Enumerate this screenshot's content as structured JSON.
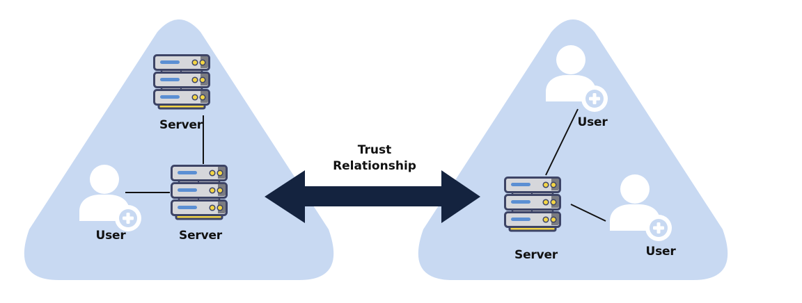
{
  "diagram": {
    "title_line1": "Trust",
    "title_line2": "Relationship",
    "colors": {
      "domain_fill": "#c8d9f2",
      "arrow": "#14233f",
      "connector": "#111111",
      "user": "#ffffff",
      "server_outline": "#3d4466",
      "server_body": "#d6d7db",
      "server_end": "#7b7c82",
      "server_bar": "#5b8fd3",
      "server_led": "#f3d545",
      "server_base": "#f3d545"
    },
    "domains": [
      {
        "name": "left-domain",
        "nodes": [
          {
            "id": "server-top",
            "type": "server",
            "label": "Server"
          },
          {
            "id": "server-main",
            "type": "server",
            "label": "Server"
          },
          {
            "id": "user-1",
            "type": "user",
            "label": "User"
          }
        ],
        "connections": [
          [
            "server-top",
            "server-main"
          ],
          [
            "user-1",
            "server-main"
          ]
        ]
      },
      {
        "name": "right-domain",
        "nodes": [
          {
            "id": "server-main",
            "type": "server",
            "label": "Server"
          },
          {
            "id": "user-top",
            "type": "user",
            "label": "User"
          },
          {
            "id": "user-bottom",
            "type": "user",
            "label": "User"
          }
        ],
        "connections": [
          [
            "user-top",
            "server-main"
          ],
          [
            "user-bottom",
            "server-main"
          ]
        ]
      }
    ],
    "relationship": {
      "type": "bidirectional",
      "from": "left-domain",
      "to": "right-domain"
    }
  }
}
